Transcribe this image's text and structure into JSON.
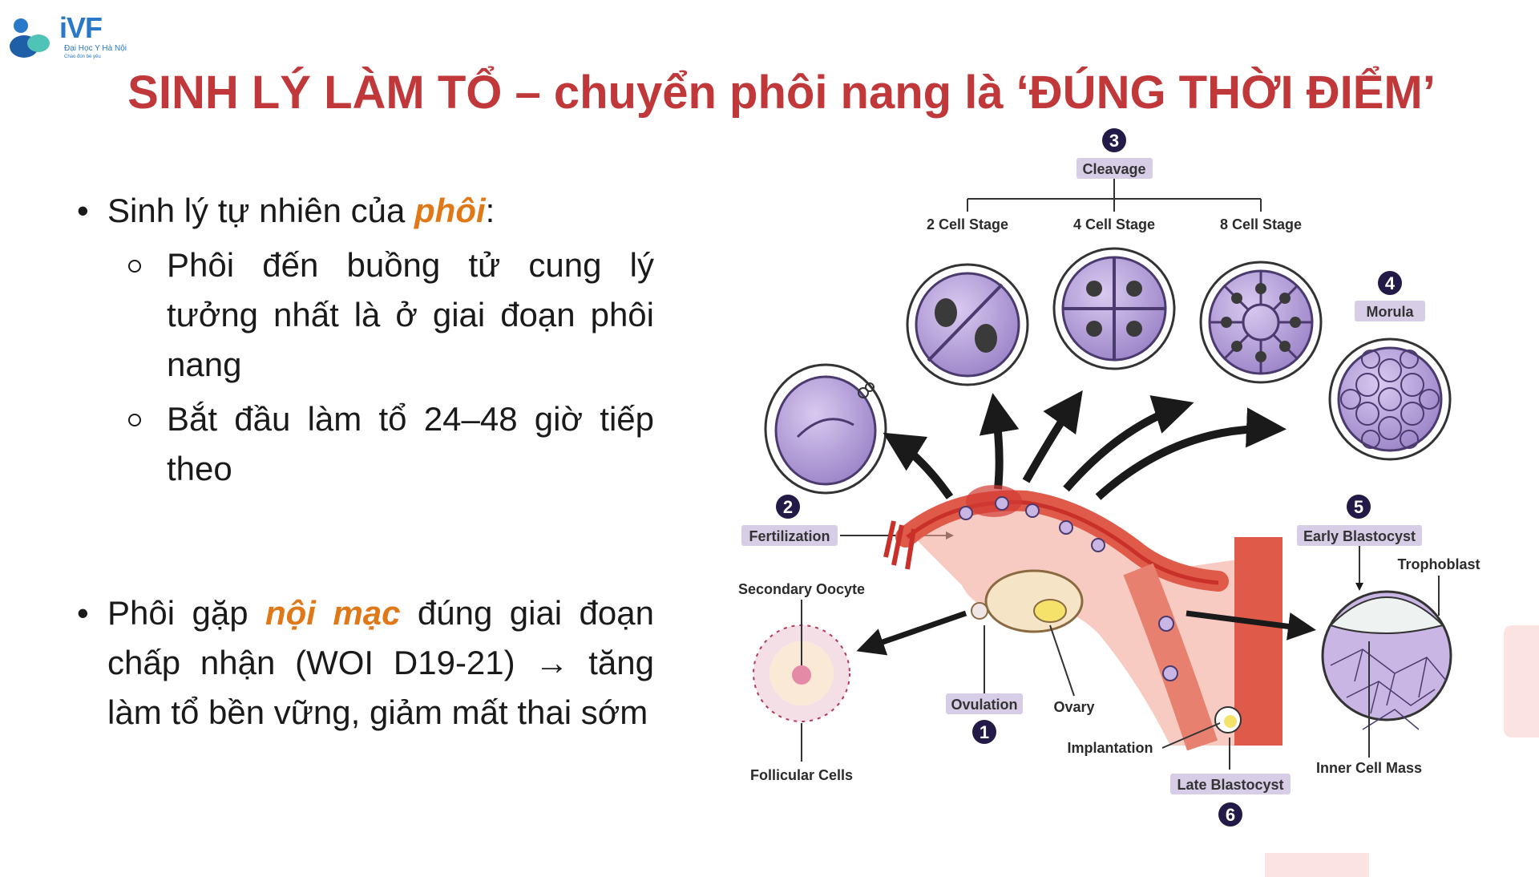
{
  "logo": {
    "brand": "iVF",
    "subtitle": "Đại Học Y Hà Nội",
    "tagline": "Chào đón bé yêu"
  },
  "title": "SINH LÝ LÀM TỔ – chuyển phôi nang là ‘ĐÚNG THỜI ĐIỂM’",
  "bullets": [
    {
      "prefix": "Sinh lý tự nhiên của ",
      "highlight": "phôi",
      "suffix": ":",
      "sub": [
        "Phôi đến buồng tử cung lý tưởng nhất là ở giai đoạn phôi nang",
        "Bắt đầu làm tổ 24–48 giờ tiếp theo"
      ]
    },
    {
      "prefix": "Phôi gặp ",
      "highlight": "nội mạc",
      "suffix": " đúng giai đoạn chấp nhận (WOI D19-21) → tăng làm tổ bền vững, giảm mất thai sớm"
    }
  ],
  "diagram": {
    "steps": [
      {
        "num": "1",
        "label": "Ovulation"
      },
      {
        "num": "2",
        "label": "Fertilization"
      },
      {
        "num": "3",
        "label": "Cleavage"
      },
      {
        "num": "4",
        "label": "Morula"
      },
      {
        "num": "5",
        "label": "Early Blastocyst"
      },
      {
        "num": "6",
        "label": "Late Blastocyst"
      }
    ],
    "cleavage_stages": [
      "2 Cell Stage",
      "4 Cell Stage",
      "8 Cell Stage"
    ],
    "labels": {
      "secondary_oocyte": "Secondary Oocyte",
      "follicular_cells": "Follicular Cells",
      "ovary": "Ovary",
      "implantation": "Implantation",
      "trophoblast": "Trophoblast",
      "inner_cell_mass": "Inner Cell Mass"
    },
    "colors": {
      "label_box": "#d8cde6",
      "number_circle": "#241a47",
      "cell": "#b9a3d9",
      "uterus": "#e05a4a"
    }
  }
}
